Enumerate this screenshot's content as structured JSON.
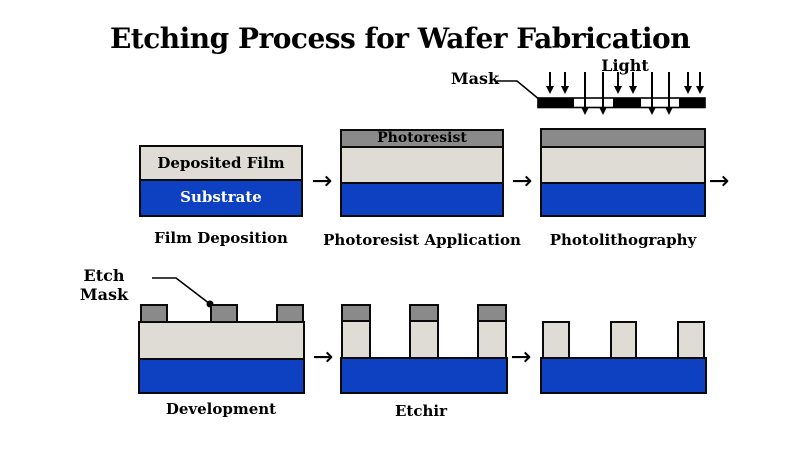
{
  "title": "Etching Process for Wafer Fabrication",
  "icons": {
    "right_arrow": "→"
  },
  "colors": {
    "background": "#ffffff",
    "substrate_blue": "#0e41c2",
    "film_gray": "#dedcd5",
    "resist_gray": "#8a8a8a",
    "mask_black": "#000000",
    "outline": "#0a0a0a",
    "substrate_text": "#ffffff",
    "text": "#000000"
  },
  "top_row": {
    "mask_label": "Mask",
    "light_label": "Light",
    "stages": [
      {
        "label": "Film Deposition",
        "film_text": "Deposited Film",
        "substrate_text": "Substrate"
      },
      {
        "label": "Photoresist Application",
        "resist_text": "Photoresist"
      },
      {
        "label": "Photolithography"
      }
    ]
  },
  "bottom_row": {
    "etch_mask_label": "Etch Mask",
    "stages": [
      {
        "label": "Development"
      },
      {
        "label": "Etchir"
      },
      {
        "label": ""
      }
    ]
  }
}
